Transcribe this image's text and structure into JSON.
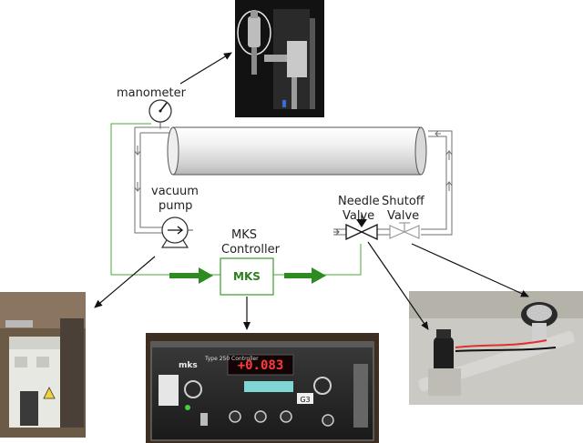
{
  "labels": {
    "manometer": "manometer",
    "vacuum_line1": "vacuum",
    "vacuum_line2": "pump",
    "needle_line1": "Needle",
    "needle_line2": "Valve",
    "shutoff_line1": "Shutoff",
    "shutoff_line2": "Valve",
    "mks_line1": "MKS",
    "mks_line2": "Controller",
    "mks_box": "MKS"
  },
  "controller_photo": {
    "display_value": "+0.083",
    "brand": "mks",
    "model": "Type 250 Controller",
    "tag": "G3"
  },
  "colors": {
    "flow_arrow": "#2e8b22",
    "mks_box_border": "#3a9a2a",
    "pipe": "#666666",
    "tube_fill": "#e6e6e6"
  }
}
